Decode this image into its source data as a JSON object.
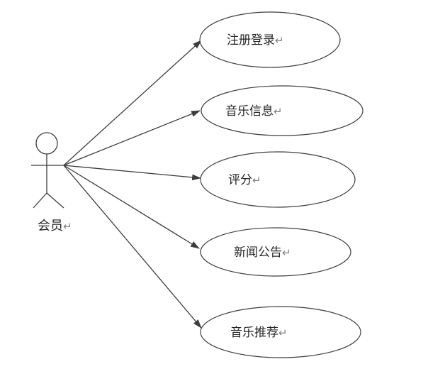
{
  "actor": {
    "label": "会员",
    "return_mark": "↵"
  },
  "use_cases": [
    {
      "id": "register-login",
      "label": "注册登录",
      "return_mark": "↵"
    },
    {
      "id": "music-info",
      "label": "音乐信息",
      "return_mark": "↵"
    },
    {
      "id": "rating",
      "label": "评分",
      "return_mark": "↵"
    },
    {
      "id": "news-announcement",
      "label": "新闻公告",
      "return_mark": "↵"
    },
    {
      "id": "music-recommend",
      "label": "音乐推荐",
      "return_mark": "↵"
    }
  ],
  "associations": [
    {
      "from": "会员",
      "to": "注册登录"
    },
    {
      "from": "会员",
      "to": "音乐信息"
    },
    {
      "from": "会员",
      "to": "评分"
    },
    {
      "from": "会员",
      "to": "新闻公告"
    },
    {
      "from": "会员",
      "to": "音乐推荐"
    }
  ],
  "colors": {
    "stroke": "#3f3f3f",
    "text": "#262626",
    "return_mark": "#7f7f7f",
    "background": "#ffffff"
  }
}
